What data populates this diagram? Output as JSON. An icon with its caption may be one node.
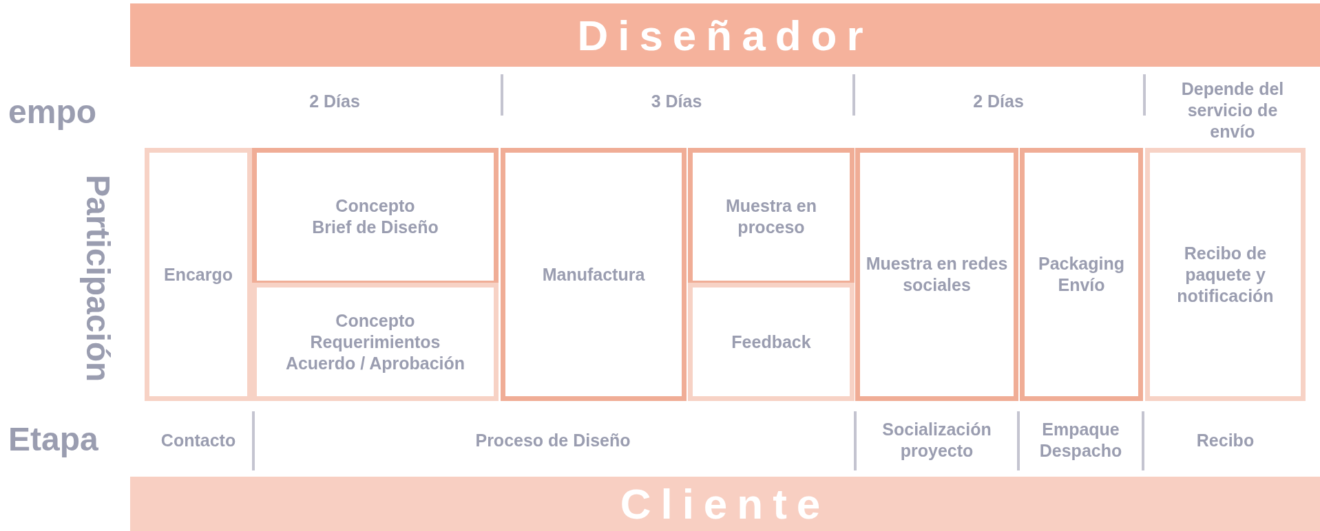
{
  "diagram": {
    "nodes": [
      {
        "text": [
          "Diseñador"
        ]
      },
      {
        "text": [
          "Encargo"
        ]
      },
      {
        "text": [
          "Concepto",
          "Brief de Diseño"
        ]
      },
      {
        "text": [
          "Concepto",
          "Requerimientos",
          "Acuerdo / Aprobación"
        ]
      },
      {
        "text": [
          "Manufactura"
        ]
      },
      {
        "text": [
          "Muestra en proceso"
        ]
      },
      {
        "text": [
          "Feedback"
        ]
      },
      {
        "text": [
          "Muestra en redes sociales"
        ]
      },
      {
        "text": [
          "Packaging",
          "Envío"
        ]
      },
      {
        "text": [
          "Recibo de paquete y notificación"
        ]
      },
      {
        "text": [
          "Cliente"
        ]
      }
    ],
    "labels": [
      "empo",
      "2  Días",
      "3  Días",
      "2  Días",
      "Depende del servicio de envío",
      "Participación",
      "Etapa",
      "Contacto",
      "Proceso de Diseño",
      "Socialización proyecto",
      "Empaque Despacho",
      "Recibo"
    ]
  }
}
